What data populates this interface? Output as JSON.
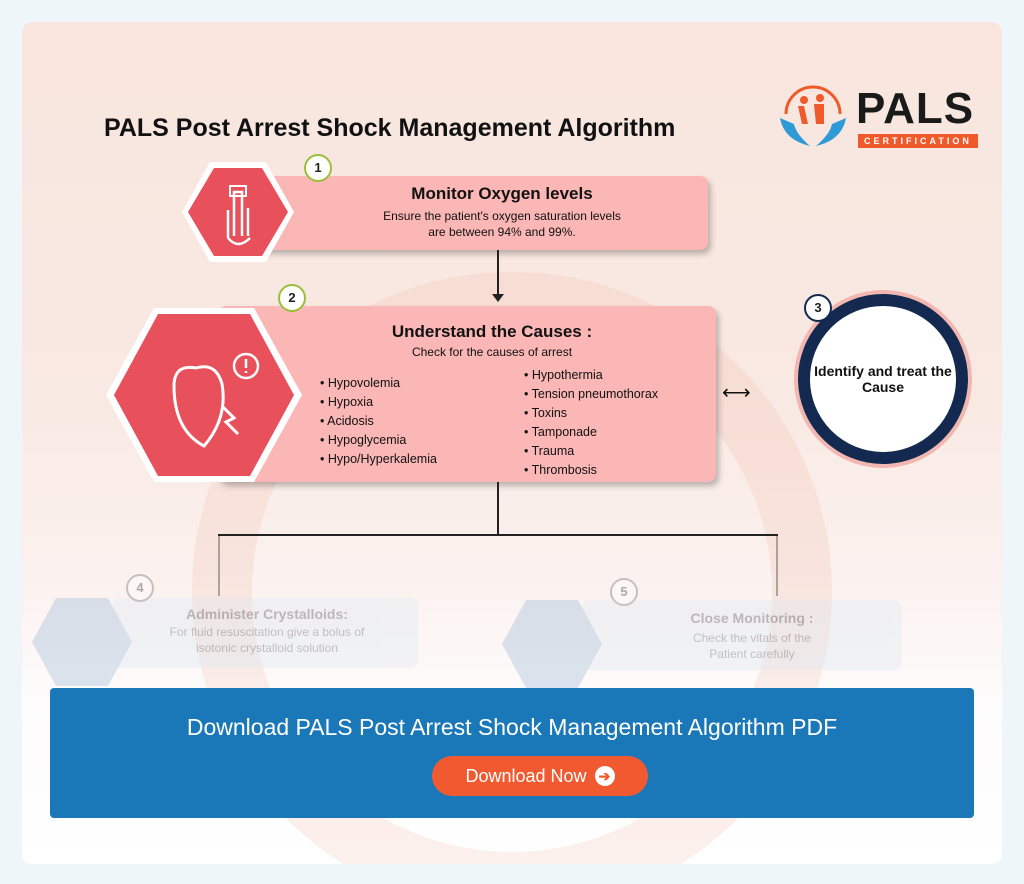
{
  "title": "PALS Post Arrest Shock Management Algorithm",
  "logo": {
    "name": "PALS",
    "subtitle": "CERTIFICATION"
  },
  "steps": [
    {
      "num": "1",
      "title": "Monitor Oxygen levels",
      "desc": [
        "Ensure the patient's oxygen saturation levels",
        "are between 94% and 99%."
      ]
    },
    {
      "num": "2",
      "title": "Understand the Causes :",
      "desc": [
        "Check for  the causes of  arrest"
      ],
      "causes_left": [
        "Hypovolemia",
        "Hypoxia",
        "Acidosis",
        "Hypoglycemia",
        "Hypo/Hyperkalemia"
      ],
      "causes_right": [
        "Hypothermia",
        "Tension pneumothorax",
        "Toxins",
        "Tamponade",
        "Trauma",
        "Thrombosis"
      ]
    },
    {
      "num": "3",
      "title": "Identify and treat the Cause"
    },
    {
      "num": "4",
      "title": "Administer  Crystalloids:",
      "desc": [
        "For fluid resuscitation give a bolus of",
        "isotonic crystalloid solution"
      ]
    },
    {
      "num": "5",
      "title": "Close Monitoring :",
      "desc": [
        "Check the vitals of the",
        "Patient carefully"
      ]
    }
  ],
  "banner": {
    "text": "Download PALS Post Arrest Shock Management Algorithm PDF",
    "button": "Download Now"
  },
  "colors": {
    "box": "#fbb6b6",
    "hex": "#e8505b",
    "navy": "#13294f",
    "banner": "#1b78b8",
    "button": "#f15a30"
  }
}
